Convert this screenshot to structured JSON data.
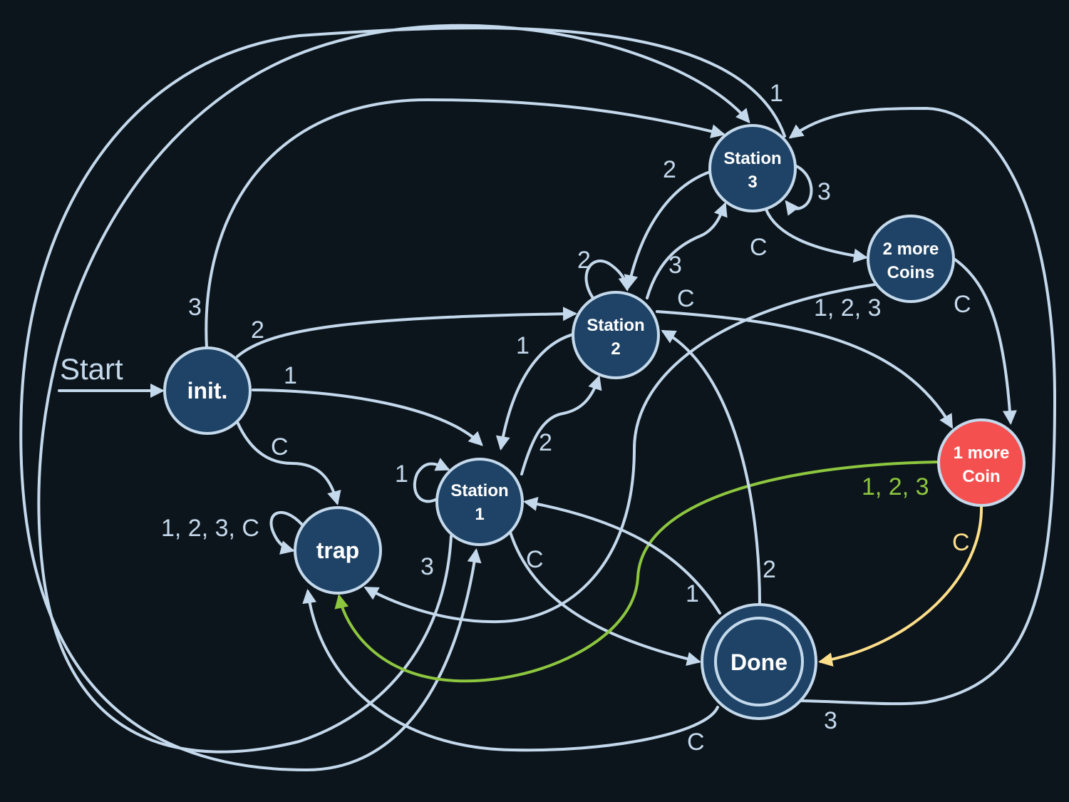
{
  "diagram": {
    "start_label": "Start",
    "colors": {
      "background": "#0d151c",
      "node_fill": "#1e4366",
      "node_fill_highlight": "#f55050",
      "edge": "#c4d9ec",
      "edge_green": "#8dc63f",
      "edge_yellow": "#fddf8a"
    },
    "nodes": {
      "init": {
        "label": "init."
      },
      "trap": {
        "label": "trap"
      },
      "station1": {
        "line1": "Station",
        "line2": "1"
      },
      "station2": {
        "line1": "Station",
        "line2": "2"
      },
      "station3": {
        "line1": "Station",
        "line2": "3"
      },
      "two_more": {
        "line1": "2 more",
        "line2": "Coins"
      },
      "one_more": {
        "line1": "1 more",
        "line2": "Coin"
      },
      "done": {
        "label": "Done",
        "accepting": true
      }
    },
    "edges": {
      "init_s3": "3",
      "init_s2": "2",
      "init_s1": "1",
      "init_trap": "C",
      "trap_self": "1, 2, 3, C",
      "s1_self": "1",
      "s1_s2": "2",
      "s1_s3": "3",
      "s1_done": "C",
      "s2_self": "2",
      "s2_s1": "1",
      "s2_s3": "3",
      "s2_one": "C",
      "s3_s1": "1",
      "s3_s2": "2",
      "s3_self": "3",
      "s3_two": "C",
      "two_trap": "1, 2, 3",
      "two_one": "C",
      "one_trap": "1, 2, 3",
      "one_done": "C",
      "done_s1": "1",
      "done_s2": "2",
      "done_s3": "3",
      "done_trap": "C"
    }
  }
}
